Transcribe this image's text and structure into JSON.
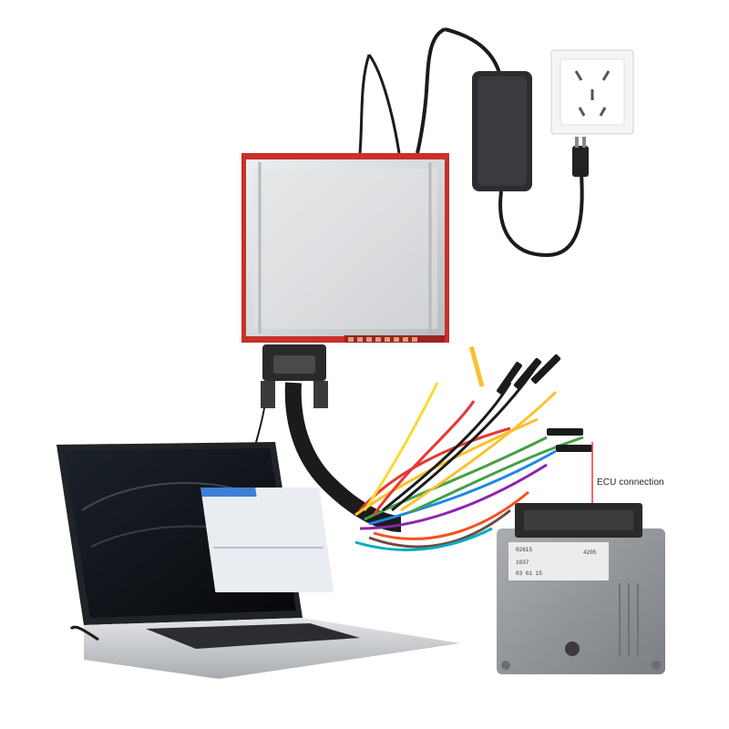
{
  "annotation": {
    "ecu_label": "ECU connection"
  },
  "ecu_sticker": {
    "line1": "0261S",
    "line2": "1037",
    "line3": "03 61 15",
    "part": "4205"
  },
  "colors": {
    "device_body": "#d9dadc",
    "device_frame": "#c8302a",
    "cable": "#1b1b1b",
    "ecu_body": "#8e9195",
    "laptop_body": "#c9cbce",
    "screen_bg": "#0d0f13"
  },
  "icons": [
    "power-outlet-icon",
    "power-adapter-icon",
    "obd-connector-icon"
  ]
}
